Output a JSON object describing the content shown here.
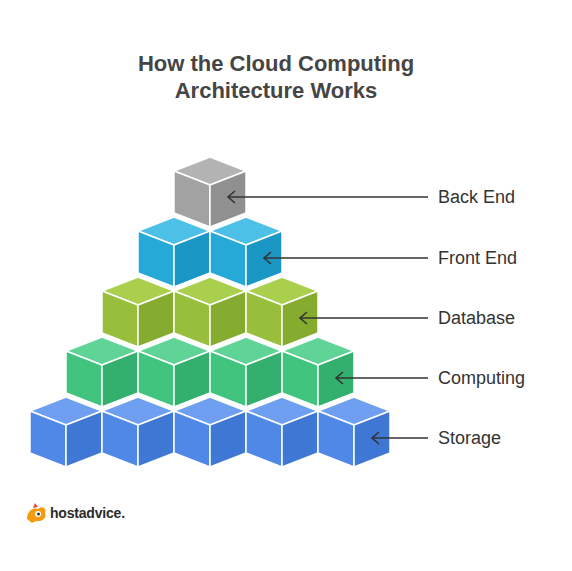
{
  "diagram": {
    "title": "How the Cloud Computing Architecture Works",
    "labels": [
      "Back End",
      "Front End",
      "Database",
      "Computing",
      "Storage",
      "hostadvice."
    ]
  }
}
